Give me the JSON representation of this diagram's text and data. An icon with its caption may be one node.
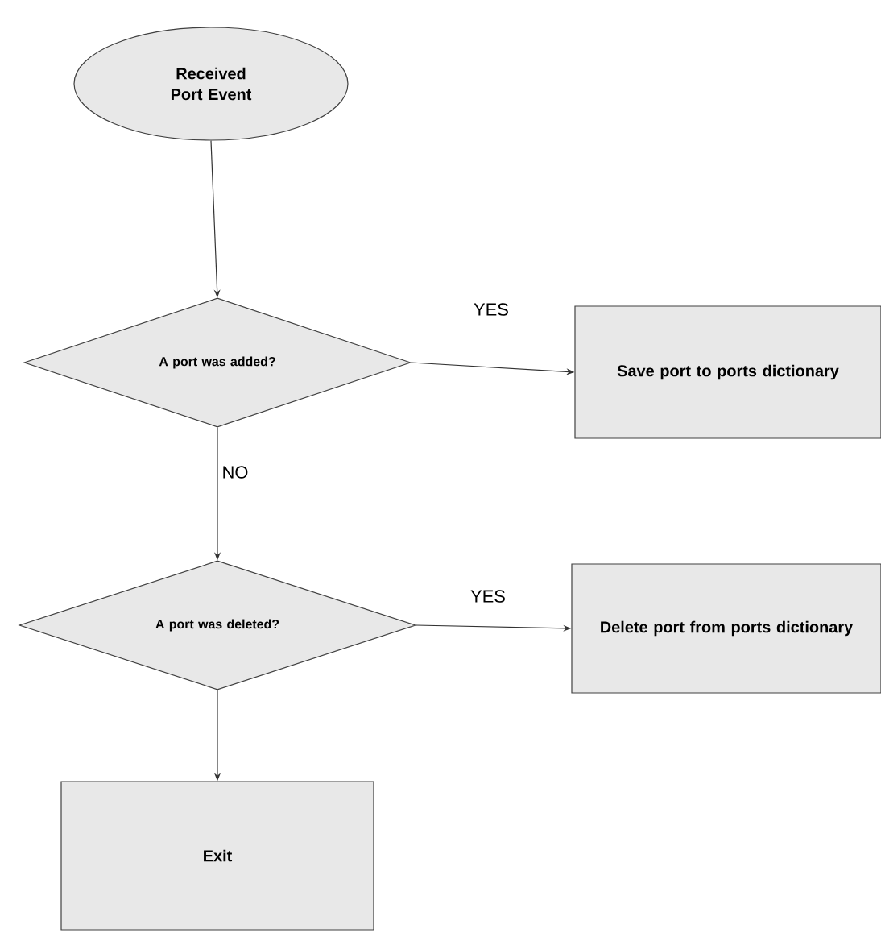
{
  "diagram": {
    "nodes": [
      {
        "text": [
          "Received Port Event"
        ]
      },
      {
        "text": [
          "A port was added?"
        ]
      },
      {
        "text": [
          "Save port to ports dictionary"
        ]
      },
      {
        "text": [
          "A port was deleted?"
        ]
      },
      {
        "text": [
          "Delete port from ports dictionary"
        ]
      },
      {
        "text": [
          "Exit"
        ]
      }
    ],
    "edges": [
      {
        "from": 0,
        "to": 1,
        "arrow": "to"
      },
      {
        "from": 1,
        "to": 2,
        "arrow": "to",
        "label": "YES"
      },
      {
        "from": 1,
        "to": 3,
        "arrow": "to",
        "label": "NO"
      },
      {
        "from": 3,
        "to": 4,
        "arrow": "to",
        "label": "YES"
      },
      {
        "from": 3,
        "to": 5,
        "arrow": "to"
      }
    ]
  }
}
